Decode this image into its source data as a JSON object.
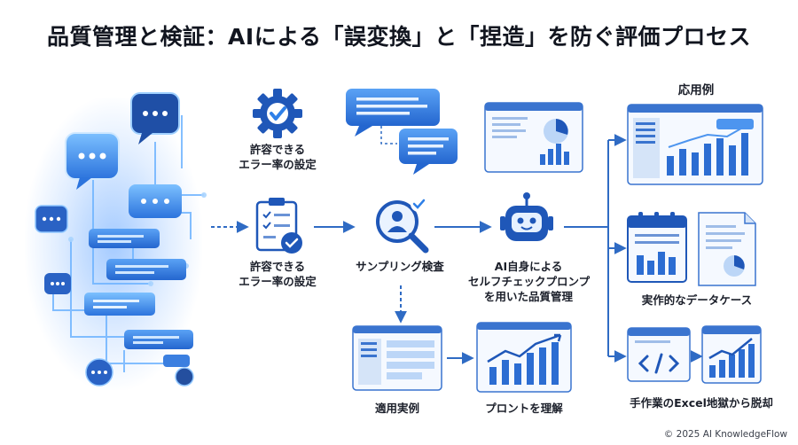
{
  "title": "品質管理と検証：AIによる「誤変換」と「捏造」を防ぐ評価プロセス",
  "labels": {
    "top_error_rate": [
      "許容できる",
      "エラー率の設定"
    ],
    "mid_error_rate": [
      "許容できる",
      "エラー率の設定"
    ],
    "sampling": "サンプリング検査",
    "ai_self": [
      "AI自身による",
      "セルフチェックプロンプ",
      "を用いた品質管理"
    ],
    "applied_example": "適用実例",
    "prompt_reason": "プロントを理解",
    "apps_heading": "応用例",
    "realistic_cases": "実作的なデータケース",
    "manual_escape": "手作業のExcel地獄から脱却"
  },
  "copyright": "© 2025 AI KnowledgeFlow",
  "colors": {
    "accent": "#1e63c8",
    "accent_light": "#4d95ef",
    "arrow": "#2f6bc4",
    "panel_bg": "#eef4fd"
  },
  "icons": [
    "gear-check-icon",
    "clipboard-check-icon",
    "magnifier-person-icon",
    "robot-icon",
    "chat-bubble-icon",
    "dashboard-icon",
    "calendar-icon",
    "code-icon"
  ]
}
